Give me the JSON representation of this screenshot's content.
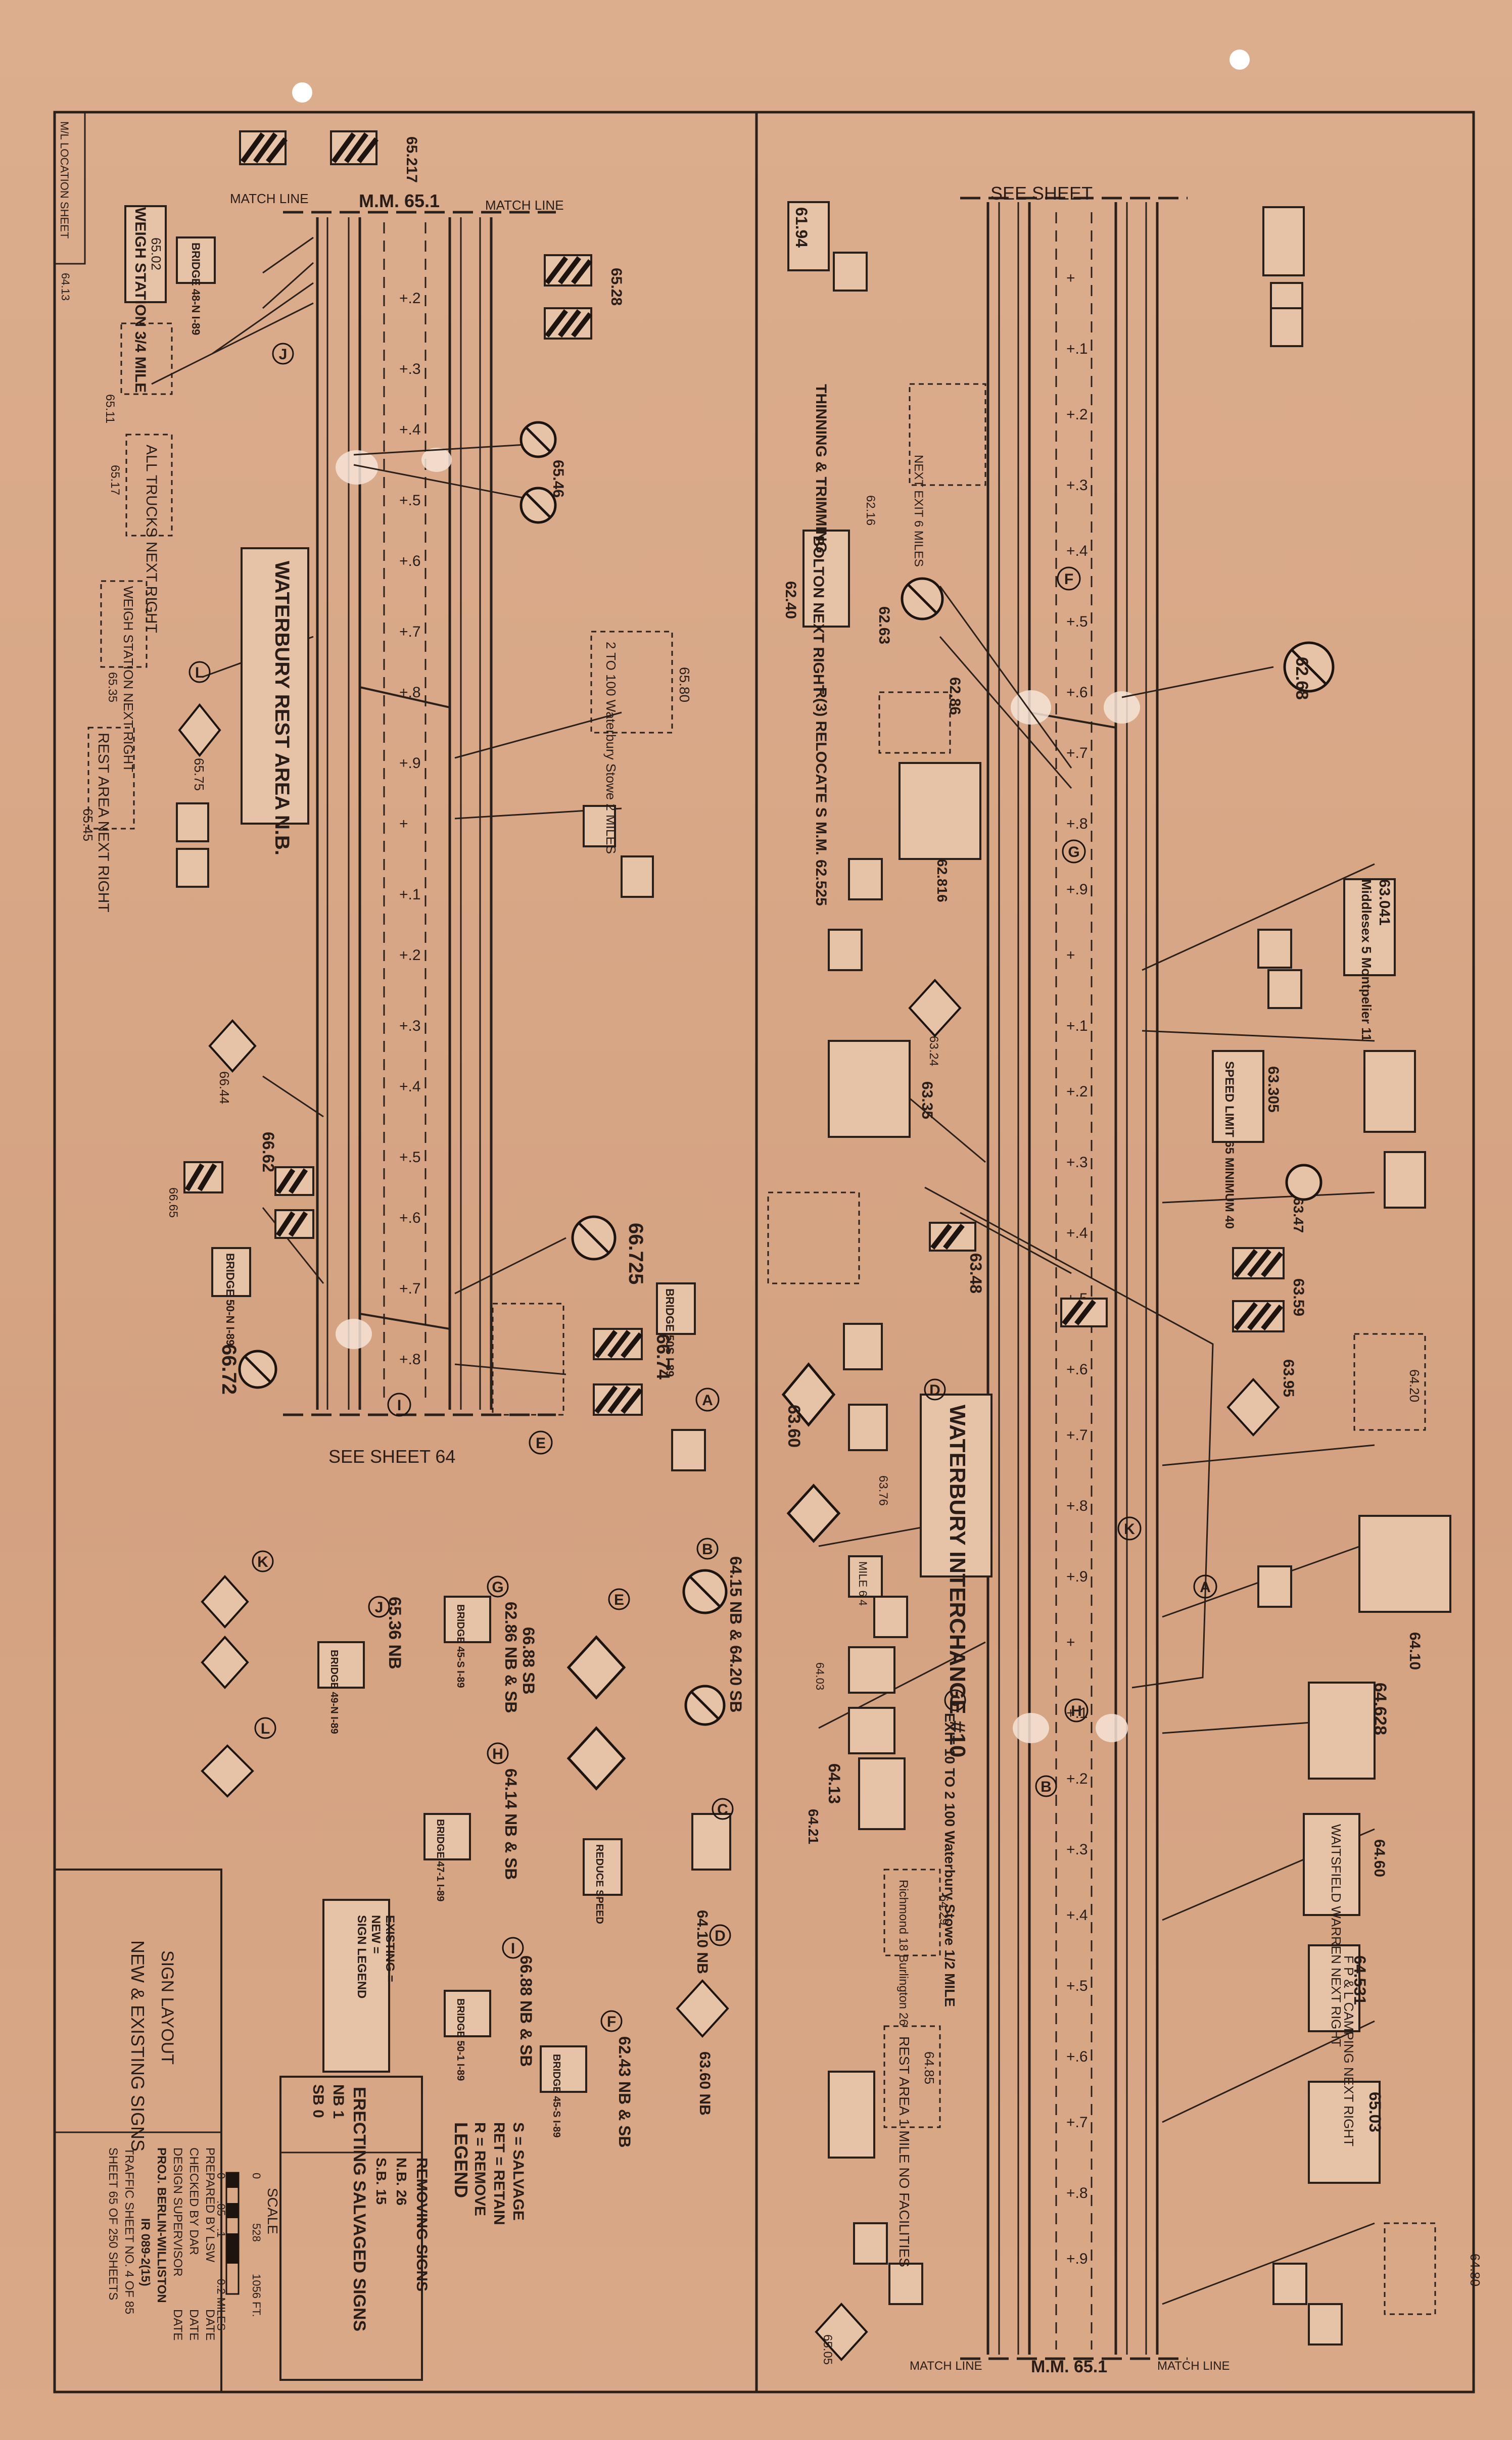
{
  "title_block": {
    "heading": "SIGN LAYOUT",
    "subtitle": "NEW & EXISTING SIGNS",
    "prepared_by": "PREPARED BY  LSW",
    "checked_by": "CHECKED BY  DAR",
    "design_supervisor": "DESIGN SUPERVISOR",
    "date": "DATE",
    "project": "PROJ. BERLIN-WILLISTON",
    "project_number": "IR 089-2(15)",
    "traffic_sheet": "TRAFFIC SHEET NO. 4  OF 85",
    "sheet": "SHEET 65  OF 250 SHEETS",
    "location_sheet": "M/L LOCATION SHEET"
  },
  "scale": {
    "label": "SCALE",
    "miles": [
      "0",
      ".05",
      ".1",
      "0.2 MILES"
    ],
    "feet": [
      "0",
      "528",
      "1056 FT."
    ]
  },
  "legend": {
    "title": "LEGEND",
    "items": [
      "R = REMOVE",
      "RET = RETAIN",
      "S = SALVAGE"
    ],
    "sign_legend": "SIGN LEGEND",
    "new": "NEW =",
    "existing": "EXISTING ="
  },
  "salvaged": {
    "title": "ERECTING SALVAGED SIGNS",
    "nb": "NB 1",
    "sb": "SB 0"
  },
  "removing": {
    "title": "REMOVING SIGNS",
    "nb": "N.B. 26",
    "sb": "S.B. 15"
  },
  "match_lines": {
    "left_top": "MATCH LINE",
    "mm_left": "M.M. 65.1",
    "see_sheet_left": "SEE SHEET  64",
    "see_sheet_right": "SEE SHEET",
    "right_bottom": "MATCH LINE",
    "mm_right": "M.M. 65.1"
  },
  "circled": [
    "A",
    "B",
    "C",
    "D",
    "E",
    "F",
    "G",
    "H",
    "I",
    "J",
    "K",
    "L"
  ],
  "left_panel_labels": [
    {
      "text": "65.217",
      "b": true
    },
    {
      "text": "65.28",
      "b": true
    },
    {
      "text": "65.46",
      "b": true
    },
    {
      "text": "65.80",
      "b": false
    },
    {
      "text": "66.725",
      "b": true
    },
    {
      "text": "66.74",
      "b": true
    },
    {
      "text": "66.72",
      "b": true
    },
    {
      "text": "66.62",
      "b": true
    },
    {
      "text": "66.65",
      "b": false
    },
    {
      "text": "66.44",
      "b": false
    },
    {
      "text": "65.75",
      "b": false
    },
    {
      "text": "65.45",
      "b": false
    },
    {
      "text": "65.35",
      "b": false
    },
    {
      "text": "65.17",
      "b": false
    },
    {
      "text": "65.11",
      "b": false
    },
    {
      "text": "65.02",
      "b": false
    },
    {
      "text": "64.13",
      "b": false
    },
    {
      "text": "WATERBURY REST AREA N.B.",
      "b": true
    },
    {
      "text": "WEIGH STATION 3/4 MILE",
      "b": true
    },
    {
      "text": "ALL TRUCKS NEXT RIGHT",
      "b": false
    },
    {
      "text": "WEIGH STATION NEXT RIGHT",
      "b": false
    },
    {
      "text": "REST AREA NEXT RIGHT",
      "b": false
    },
    {
      "text": "2 TO 100 Waterbury Stowe 2 MILES",
      "b": false
    },
    {
      "text": "BRIDGE 48-N I-89",
      "b": true
    },
    {
      "text": "BRIDGE 50-N I-89",
      "b": true
    },
    {
      "text": "BRIDGE 50S I-89",
      "b": true
    }
  ],
  "left_list": [
    {
      "text": "64.15 NB & 64.20 SB",
      "b": true
    },
    {
      "text": "62.86 NB & SB",
      "b": true
    },
    {
      "text": "66.88 SB",
      "b": true
    },
    {
      "text": "65.36 NB",
      "b": true
    },
    {
      "text": "64.14 NB & SB",
      "b": true
    },
    {
      "text": "64.10 NB",
      "b": true
    },
    {
      "text": "66.88 NB & SB",
      "b": true
    },
    {
      "text": "62.43 NB & SB",
      "b": true
    },
    {
      "text": "63.60 NB",
      "b": true
    },
    {
      "text": "BRIDGE 49-N I-89",
      "b": true
    },
    {
      "text": "BRIDGE 45-S I-89",
      "b": true
    },
    {
      "text": "BRIDGE 47-1 I-89",
      "b": true
    },
    {
      "text": "BRIDGE 50-1 I-89",
      "b": true
    },
    {
      "text": "BRIDGE 45-S I-89",
      "b": true
    },
    {
      "text": "REDUCE SPEED",
      "b": true
    }
  ],
  "right_panel_labels": [
    {
      "text": "61.94",
      "b": true
    },
    {
      "text": "62.16",
      "b": false
    },
    {
      "text": "62.40",
      "b": true
    },
    {
      "text": "62.63",
      "b": true
    },
    {
      "text": "62.68",
      "b": true
    },
    {
      "text": "62.86",
      "b": true
    },
    {
      "text": "62.816",
      "b": true
    },
    {
      "text": "63.041",
      "b": true
    },
    {
      "text": "63.24",
      "b": false
    },
    {
      "text": "63.35",
      "b": true
    },
    {
      "text": "63.305",
      "b": true
    },
    {
      "text": "63.48",
      "b": true
    },
    {
      "text": "63.47",
      "b": true
    },
    {
      "text": "63.59",
      "b": true
    },
    {
      "text": "63.60",
      "b": true
    },
    {
      "text": "63.76",
      "b": false
    },
    {
      "text": "63.95",
      "b": true
    },
    {
      "text": "64.03",
      "b": false
    },
    {
      "text": "64.10",
      "b": true
    },
    {
      "text": "64.13",
      "b": true
    },
    {
      "text": "64.20",
      "b": false
    },
    {
      "text": "64.21",
      "b": true
    },
    {
      "text": "64.29",
      "b": false
    },
    {
      "text": "64.628",
      "b": true
    },
    {
      "text": "64.531",
      "b": true
    },
    {
      "text": "64.60",
      "b": true
    },
    {
      "text": "64.85",
      "b": false
    },
    {
      "text": "64.80",
      "b": false
    },
    {
      "text": "65.03",
      "b": true
    },
    {
      "text": "65.05",
      "b": false
    },
    {
      "text": "WATERBURY INTERCHANGE #10",
      "b": true
    },
    {
      "text": "BOLTON NEXT RIGHT",
      "b": true
    },
    {
      "text": "THINNING & TRIMMING",
      "b": true
    },
    {
      "text": "R(3) RELOCATE S M.M. 62.525",
      "b": true
    },
    {
      "text": "EXIT 10 TO 2 100 Waterbury Stowe 1/2 MILE",
      "b": true
    },
    {
      "text": "Middlesex 5 Montpelier 11",
      "b": true
    },
    {
      "text": "SPEED LIMIT 65 MINIMUM 40",
      "b": true
    },
    {
      "text": "WAITSFIELD WARREN NEXT RIGHT",
      "b": false
    },
    {
      "text": "F P & L CAMPING NEXT RIGHT",
      "b": false
    },
    {
      "text": "REST AREA 1 MILE NO FACILITIES",
      "b": false
    },
    {
      "text": "Richmond 18 Burlington 26",
      "b": false
    },
    {
      "text": "NEXT EXIT 6 MILES",
      "b": false
    },
    {
      "text": "MILE 6 4",
      "b": false
    }
  ]
}
